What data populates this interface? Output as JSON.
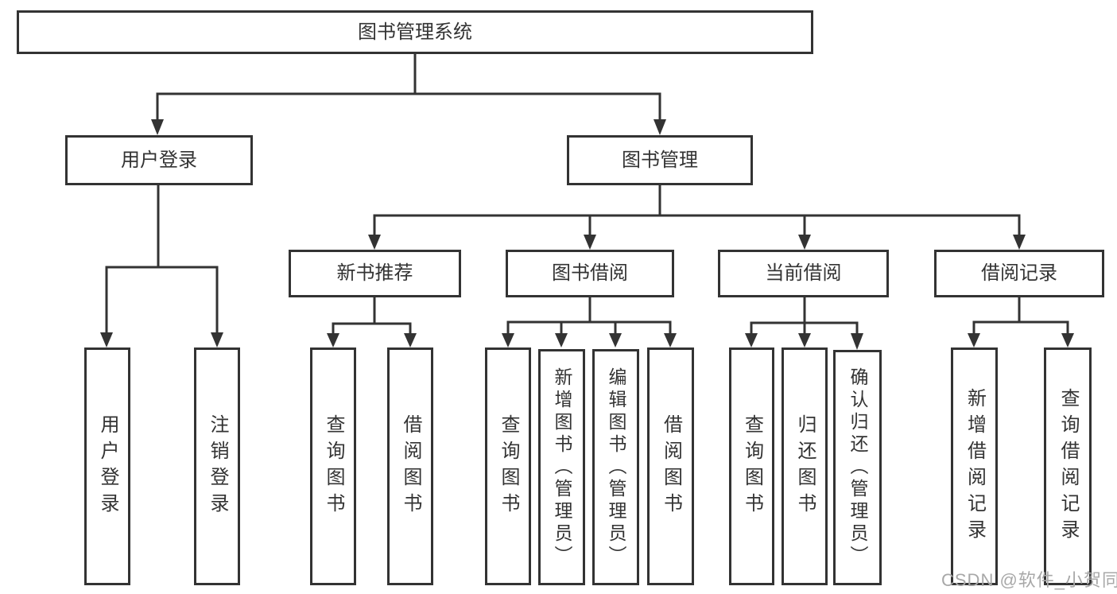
{
  "title": "图书管理系统",
  "watermark": "CSDN @软件_小贺同学",
  "colors": {
    "line": "#333333",
    "box_border": "#333333",
    "box_background": "#ffffff",
    "text": "#333333",
    "watermark": "#a8a8a8"
  },
  "tree": {
    "root": {
      "label": "图书管理系统"
    },
    "branches": [
      {
        "label": "用户登录",
        "leaves": [
          {
            "label": "用户登录"
          },
          {
            "label": "注销登录"
          }
        ]
      },
      {
        "label": "图书管理",
        "groups": [
          {
            "label": "新书推荐",
            "leaves": [
              {
                "label": "查询图书"
              },
              {
                "label": "借阅图书"
              }
            ]
          },
          {
            "label": "图书借阅",
            "leaves": [
              {
                "label": "查询图书"
              },
              {
                "label": "新增图书（管理员）"
              },
              {
                "label": "编辑图书（管理员）"
              },
              {
                "label": "借阅图书"
              }
            ]
          },
          {
            "label": "当前借阅",
            "leaves": [
              {
                "label": "查询图书"
              },
              {
                "label": "归还图书"
              },
              {
                "label": "确认归还（管理员）"
              }
            ]
          },
          {
            "label": "借阅记录",
            "leaves": [
              {
                "label": "新增借阅记录"
              },
              {
                "label": "查询借阅记录"
              }
            ]
          }
        ]
      }
    ]
  }
}
